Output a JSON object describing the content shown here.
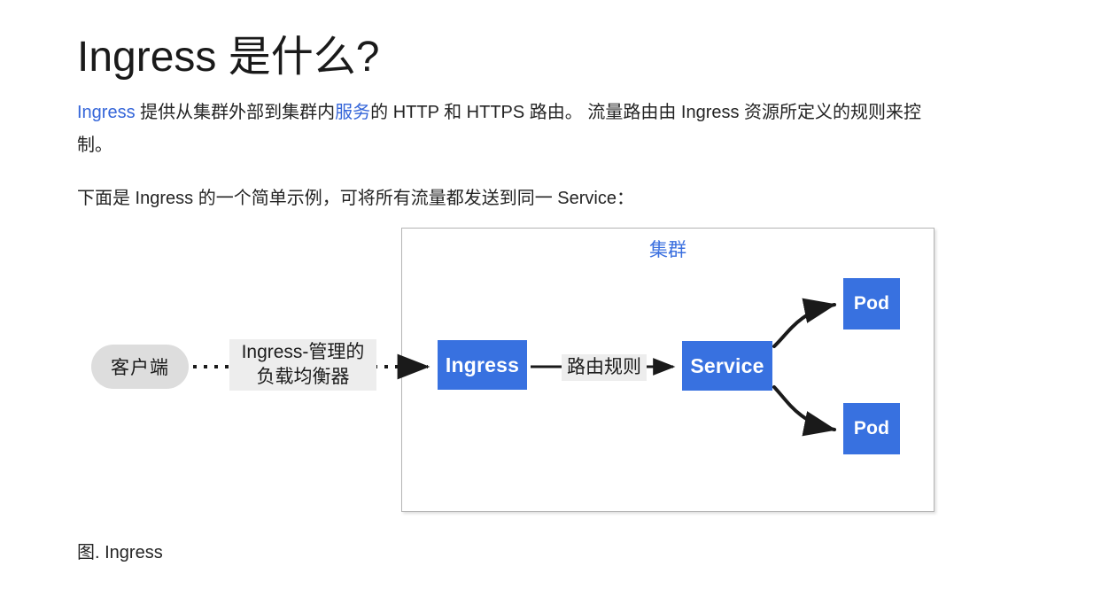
{
  "page": {
    "title": "Ingress 是什么?",
    "paragraph_1": {
      "link_1": "Ingress",
      "text_1": " 提供从集群外部到集群内",
      "link_2": "服务",
      "text_2": "的 HTTP 和 HTTPS 路由。 流量路由由 Ingress 资源所定义的规则来控制。"
    },
    "paragraph_2": "下面是 Ingress 的一个简单示例，可将所有流量都发送到同一 Service：",
    "figure_caption": "图. Ingress"
  },
  "diagram": {
    "cluster_label": "集群",
    "client_node": "客户端",
    "ingress_box": "Ingress",
    "service_box": "Service",
    "pod_box_1": "Pod",
    "pod_box_2": "Pod",
    "edge_label_load_balancer_line1": "Ingress-管理的",
    "edge_label_load_balancer_line2": "负载均衡器",
    "edge_label_routing_rules": "路由规则"
  },
  "colors": {
    "node_blue": "#3871e0",
    "link_blue": "#3465d9",
    "cluster_label_blue": "#3a6fdf",
    "client_gray": "#dddddd",
    "edge_label_gray": "#ededed",
    "border_gray": "#b4b4b4",
    "text": "#242424",
    "arrow": "#1a1a1a"
  }
}
